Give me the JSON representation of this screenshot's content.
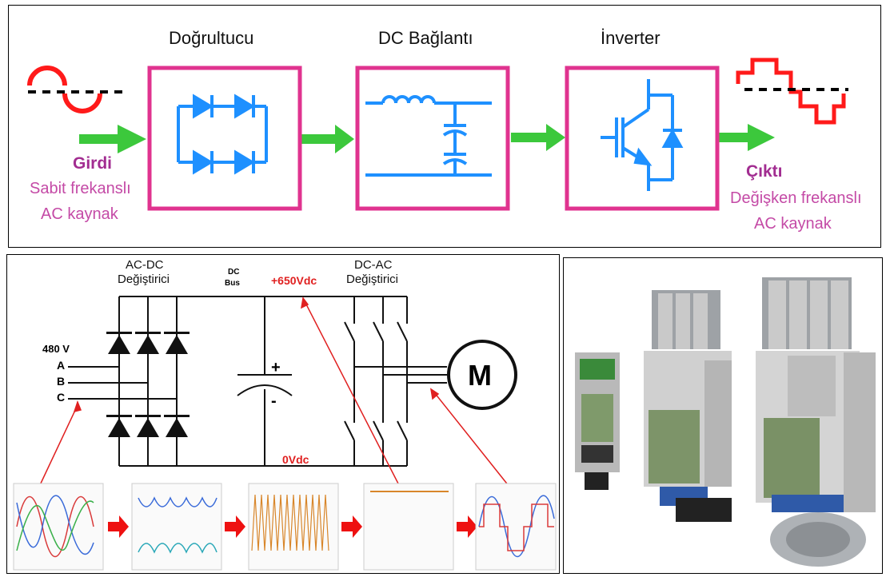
{
  "top": {
    "stages": [
      "Doğrultucu",
      "DC Bağlantı",
      "İnverter"
    ],
    "input": {
      "title": "Girdi",
      "line1": "Sabit frekanslı",
      "line2": "AC kaynak"
    },
    "output": {
      "title": "Çıktı",
      "line1": "Değişken frekanslı",
      "line2": "AC kaynak"
    }
  },
  "schematic": {
    "acdc": [
      "AC-DC",
      "Değiştirici"
    ],
    "dc_bus": [
      "DC",
      "Bus"
    ],
    "v_high": "+650Vdc",
    "v_low": "0Vdc",
    "dcac": [
      "DC-AC",
      "Değiştirici"
    ],
    "voltage": "480 V",
    "phases": [
      "A",
      "B",
      "C"
    ],
    "motor": "M",
    "cap_plus": "+",
    "cap_minus": "-"
  },
  "colors": {
    "box_border": "#e0338f",
    "component": "#1e90ff",
    "arrow": "#3cc83c",
    "wave_red": "#ff1a1a",
    "label_magenta": "#c44aa6",
    "annotation_red": "#e02020"
  },
  "icons": [
    "diode-bridge-icon",
    "lc-filter-icon",
    "igbt-icon",
    "motor-icon",
    "sine-wave-icon",
    "stepped-wave-icon"
  ]
}
